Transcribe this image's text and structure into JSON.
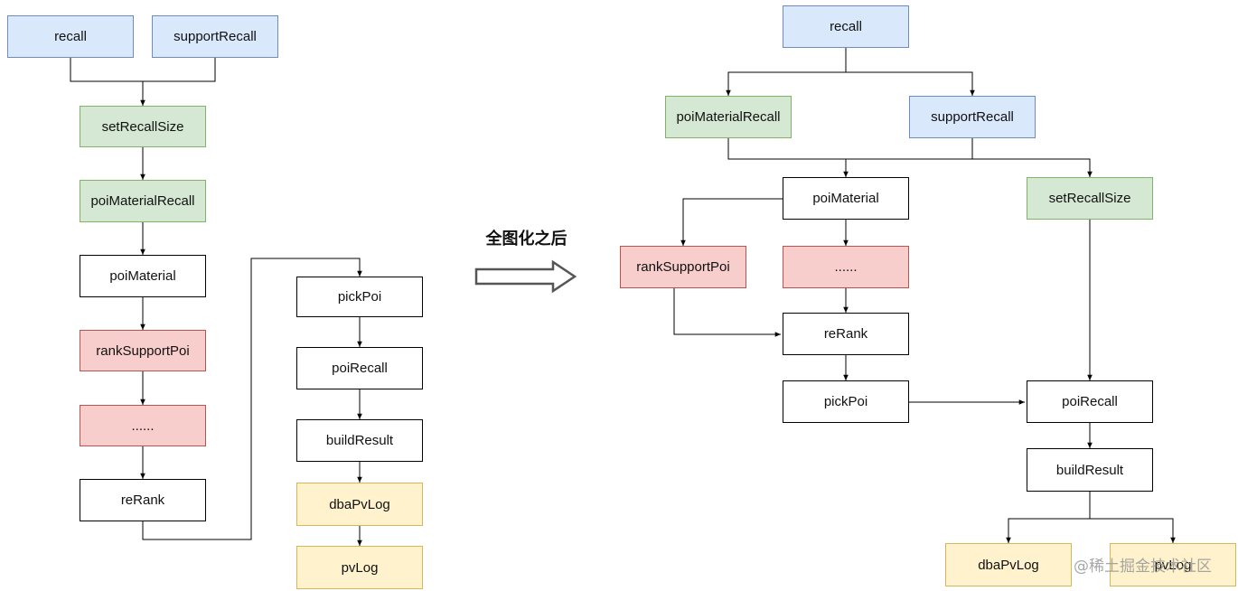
{
  "caption": "全图化之后",
  "watermark": "@稀土掘金技术社区",
  "colors": {
    "blue_fill": "#dae8fc",
    "blue_border": "#6c8ebf",
    "green_fill": "#d5e8d4",
    "green_border": "#82b366",
    "red_fill": "#f8cecc",
    "red_border": "#b85450",
    "yellow_fill": "#fff2cc",
    "yellow_border": "#d6b656"
  },
  "before": {
    "recall": "recall",
    "supportRecall": "supportRecall",
    "setRecallSize": "setRecallSize",
    "poiMaterialRecall": "poiMaterialRecall",
    "poiMaterial": "poiMaterial",
    "rankSupportPoi": "rankSupportPoi",
    "ellipsis": "......",
    "reRank": "reRank",
    "pickPoi": "pickPoi",
    "poiRecall": "poiRecall",
    "buildResult": "buildResult",
    "dbaPvLog": "dbaPvLog",
    "pvLog": "pvLog"
  },
  "after": {
    "recall": "recall",
    "poiMaterialRecall": "poiMaterialRecall",
    "supportRecall": "supportRecall",
    "poiMaterial": "poiMaterial",
    "setRecallSize": "setRecallSize",
    "rankSupportPoi": "rankSupportPoi",
    "ellipsis": "......",
    "reRank": "reRank",
    "pickPoi": "pickPoi",
    "poiRecall": "poiRecall",
    "buildResult": "buildResult",
    "dbaPvLog": "dbaPvLog",
    "pvLog": "pvLog"
  }
}
